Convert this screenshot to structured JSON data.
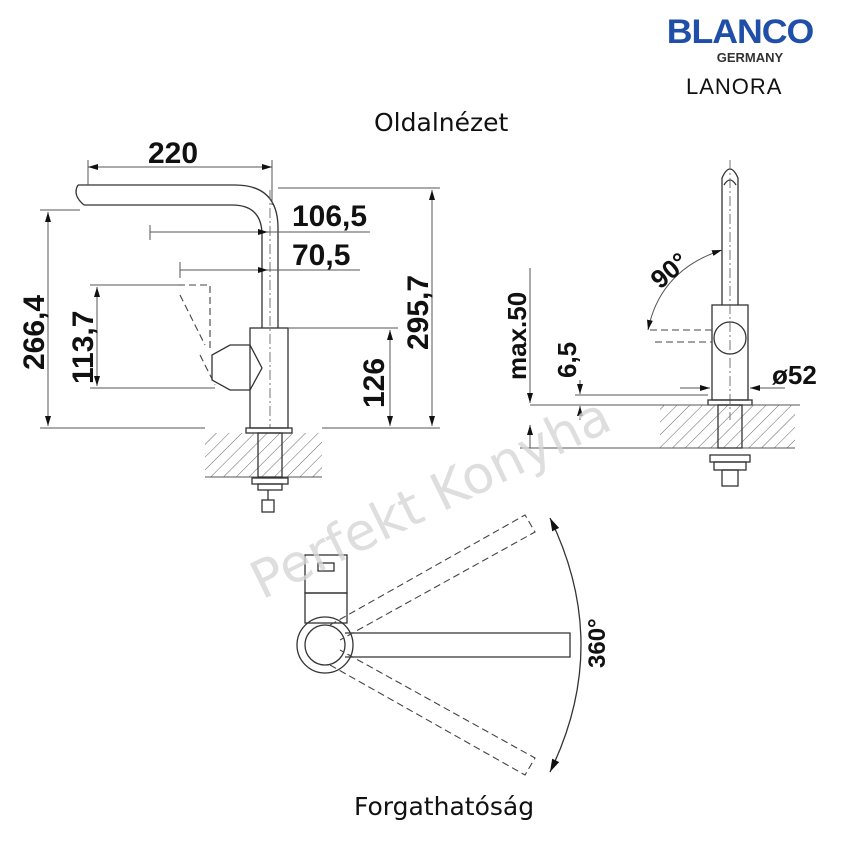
{
  "logo": {
    "brand": "BLANCO",
    "sub": "GERMANY",
    "brand_color": "#1f4fa8"
  },
  "model": "LANORA",
  "side_view": {
    "title": "Oldalnézet",
    "dims": {
      "reach": "220",
      "d1": "106,5",
      "d2": "70,5",
      "height_outlet": "266,4",
      "lever": "113,7",
      "body": "126",
      "total": "295,7"
    }
  },
  "front_view": {
    "dims": {
      "max_thickness": "max.50",
      "plate": "6,5",
      "diameter": "ø52",
      "angle": "90°"
    }
  },
  "rotation_view": {
    "title": "Forgathatóság",
    "angle": "360°"
  },
  "watermark": "Perfekt Konyha"
}
